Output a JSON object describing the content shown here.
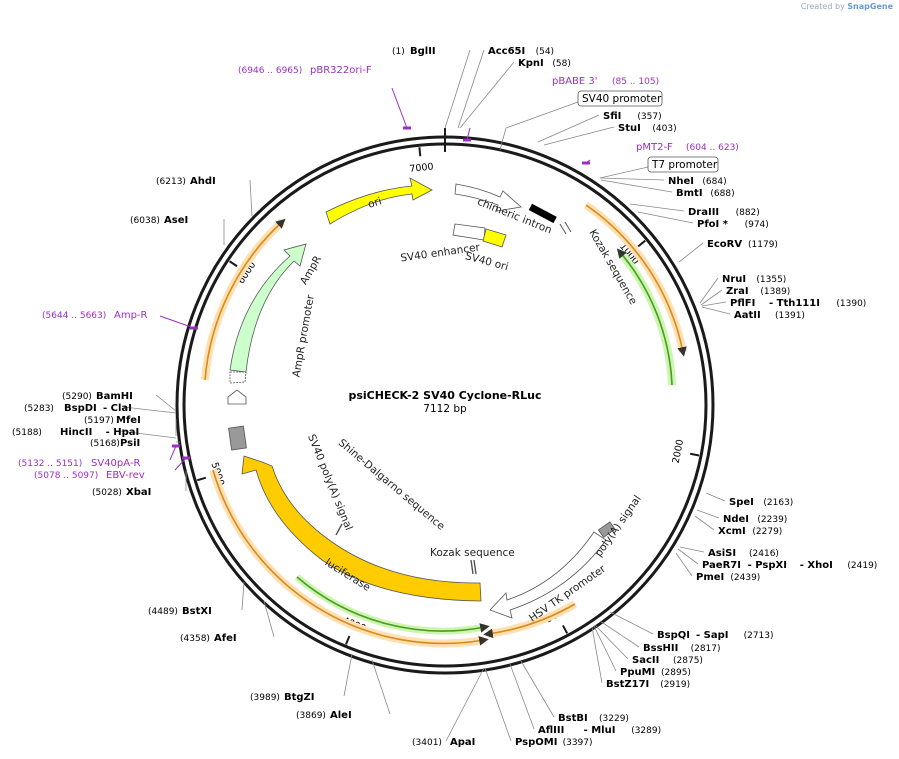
{
  "credit": {
    "prefix": "Created by",
    "brand": "SnapGene"
  },
  "plasmid": {
    "name": "psiCHECK-2 SV40 Cyclone-RLuc",
    "length_label": "7112 bp",
    "length": 7112
  },
  "ticks": [
    {
      "label": "1000",
      "pos": 1000
    },
    {
      "label": "2000",
      "pos": 2000
    },
    {
      "label": "3000",
      "pos": 3000
    },
    {
      "label": "4000",
      "pos": 4000
    },
    {
      "label": "5000",
      "pos": 5000
    },
    {
      "label": "6000",
      "pos": 6000
    },
    {
      "label": "7000",
      "pos": 7000
    }
  ],
  "sites": [
    {
      "id": "bglii",
      "name": "BglII",
      "pos": "(1)",
      "bp": 1
    },
    {
      "id": "acc65i",
      "name": "Acc65I",
      "pos": "(54)",
      "bp": 54
    },
    {
      "id": "kpni",
      "name": "KpnI",
      "pos": "(58)",
      "bp": 58
    },
    {
      "id": "sfii",
      "name": "SfiI",
      "pos": "(357)",
      "bp": 357
    },
    {
      "id": "stui",
      "name": "StuI",
      "pos": "(403)",
      "bp": 403
    },
    {
      "id": "nhei",
      "name": "NheI",
      "pos": "(684)",
      "bp": 684
    },
    {
      "id": "bmti",
      "name": "BmtI",
      "pos": "(688)",
      "bp": 688
    },
    {
      "id": "draiii",
      "name": "DraIII",
      "pos": "(882)",
      "bp": 882
    },
    {
      "id": "pfoi",
      "name": "PfoI *",
      "pos": "(974)",
      "bp": 974
    },
    {
      "id": "ecorv",
      "name": "EcoRV",
      "pos": "(1179)",
      "bp": 1179
    },
    {
      "id": "nrui",
      "name": "NruI",
      "pos": "(1355)",
      "bp": 1355
    },
    {
      "id": "zrai",
      "name": "ZraI",
      "pos": "(1389)",
      "bp": 1389
    },
    {
      "id": "pflfi",
      "name": "PflFI",
      "name2": "- Tth111I",
      "pos": "(1390)",
      "bp": 1390
    },
    {
      "id": "aatii",
      "name": "AatII",
      "pos": "(1391)",
      "bp": 1391
    },
    {
      "id": "spei",
      "name": "SpeI",
      "pos": "(2163)",
      "bp": 2163
    },
    {
      "id": "ndei",
      "name": "NdeI",
      "pos": "(2239)",
      "bp": 2239
    },
    {
      "id": "xcmi",
      "name": "XcmI",
      "pos": "(2279)",
      "bp": 2279
    },
    {
      "id": "asisi",
      "name": "AsiSI",
      "pos": "(2416)",
      "bp": 2416
    },
    {
      "id": "paer7i",
      "name": "PaeR7I",
      "name2": "- PspXI",
      "name3": "- XhoI",
      "pos": "(2419)",
      "bp": 2419
    },
    {
      "id": "pmei",
      "name": "PmeI",
      "pos": "(2439)",
      "bp": 2439
    },
    {
      "id": "bspqi",
      "name": "BspQI",
      "name2": "- SapI",
      "pos": "(2713)",
      "bp": 2713
    },
    {
      "id": "bsshii",
      "name": "BssHII",
      "pos": "(2817)",
      "bp": 2817
    },
    {
      "id": "sacii",
      "name": "SacII",
      "pos": "(2875)",
      "bp": 2875
    },
    {
      "id": "ppumi",
      "name": "PpuMI",
      "pos": "(2895)",
      "bp": 2895
    },
    {
      "id": "bstz17i",
      "name": "BstZ17I",
      "pos": "(2919)",
      "bp": 2919
    },
    {
      "id": "bstbi",
      "name": "BstBI",
      "pos": "(3229)",
      "bp": 3229
    },
    {
      "id": "afliii",
      "name": "AflIII",
      "name2": "- MluI",
      "pos": "(3289)",
      "bp": 3289
    },
    {
      "id": "pspomi",
      "name": "PspOMI",
      "pos": "(3397)",
      "bp": 3397
    },
    {
      "id": "apai",
      "name": "ApaI",
      "pos": "(3401)",
      "bp": 3401
    },
    {
      "id": "alei",
      "name": "AleI",
      "pos": "(3869)",
      "bp": 3869
    },
    {
      "id": "btgzi",
      "name": "BtgZI",
      "pos": "(3989)",
      "bp": 3989
    },
    {
      "id": "afei",
      "name": "AfeI",
      "pos": "(4358)",
      "bp": 4358
    },
    {
      "id": "bstxi",
      "name": "BstXI",
      "pos": "(4489)",
      "bp": 4489
    },
    {
      "id": "xbai",
      "name": "XbaI",
      "pos": "(5028)",
      "bp": 5028
    },
    {
      "id": "psii",
      "name": "PsiI",
      "pos": "(5168)",
      "bp": 5168
    },
    {
      "id": "hincii",
      "name": "HincII",
      "name2": "- HpaI",
      "pos": "(5188)",
      "bp": 5188
    },
    {
      "id": "mfei",
      "name": "MfeI",
      "pos": "(5197)",
      "bp": 5197
    },
    {
      "id": "bspdi",
      "name": "BspDI",
      "name2": "- ClaI",
      "pos": "(5283)",
      "bp": 5283
    },
    {
      "id": "bamhi",
      "name": "BamHI",
      "pos": "(5290)",
      "bp": 5290
    },
    {
      "id": "asei",
      "name": "AseI",
      "pos": "(6038)",
      "bp": 6038
    },
    {
      "id": "ahdi",
      "name": "AhdI",
      "pos": "(6213)",
      "bp": 6213
    }
  ],
  "primers": [
    {
      "id": "pbr322ori",
      "name": "pBR322ori-F",
      "range": "(6946 .. 6965)",
      "bp": 6955
    },
    {
      "id": "pbabe3",
      "name": "pBABE 3'",
      "range": "(85 .. 105)",
      "bp": 95
    },
    {
      "id": "pmt2f",
      "name": "pMT2-F",
      "range": "(604 .. 623)",
      "bp": 613
    },
    {
      "id": "ampr",
      "name": "Amp-R",
      "range": "(5644 .. 5663)",
      "bp": 5653
    },
    {
      "id": "sv40par",
      "name": "SV40pA-R",
      "range": "(5132 .. 5151)",
      "bp": 5141
    },
    {
      "id": "ebvrev",
      "name": "EBV-rev",
      "range": "(5078 .. 5097)",
      "bp": 5087
    }
  ],
  "promoter_boxes": [
    {
      "id": "sv40-promoter",
      "name": "SV40 promoter",
      "bp": 250
    },
    {
      "id": "t7-promoter",
      "name": "T7 promoter",
      "bp": 640
    }
  ],
  "features": {
    "ori": "ori",
    "ampr": "AmpR",
    "ampr_promoter": "AmpR promoter",
    "chimeric_intron": "chimeric intron",
    "kozak1": "Kozak sequence",
    "sv40_enhancer": "SV40 enhancer",
    "sv40_ori": "SV40 ori",
    "sv40_polya": "SV40 poly(A) signal",
    "shine_dalgarno": "Shine-Dalgarno sequence",
    "kozak2": "Kozak sequence",
    "polya_signal": "poly(A) signal",
    "hsv_tk": "HSV TK promoter",
    "luciferase": "luciferase"
  },
  "colors": {
    "backbone": "#1a1a1a",
    "ori": "#ffff00",
    "ampr": "#ccffcc",
    "luciferase": "#ffcc00",
    "orf_orange": "#ffb347",
    "orf_green": "#99ee66",
    "primer": "#9b2fc2",
    "terminator": "#999999"
  }
}
